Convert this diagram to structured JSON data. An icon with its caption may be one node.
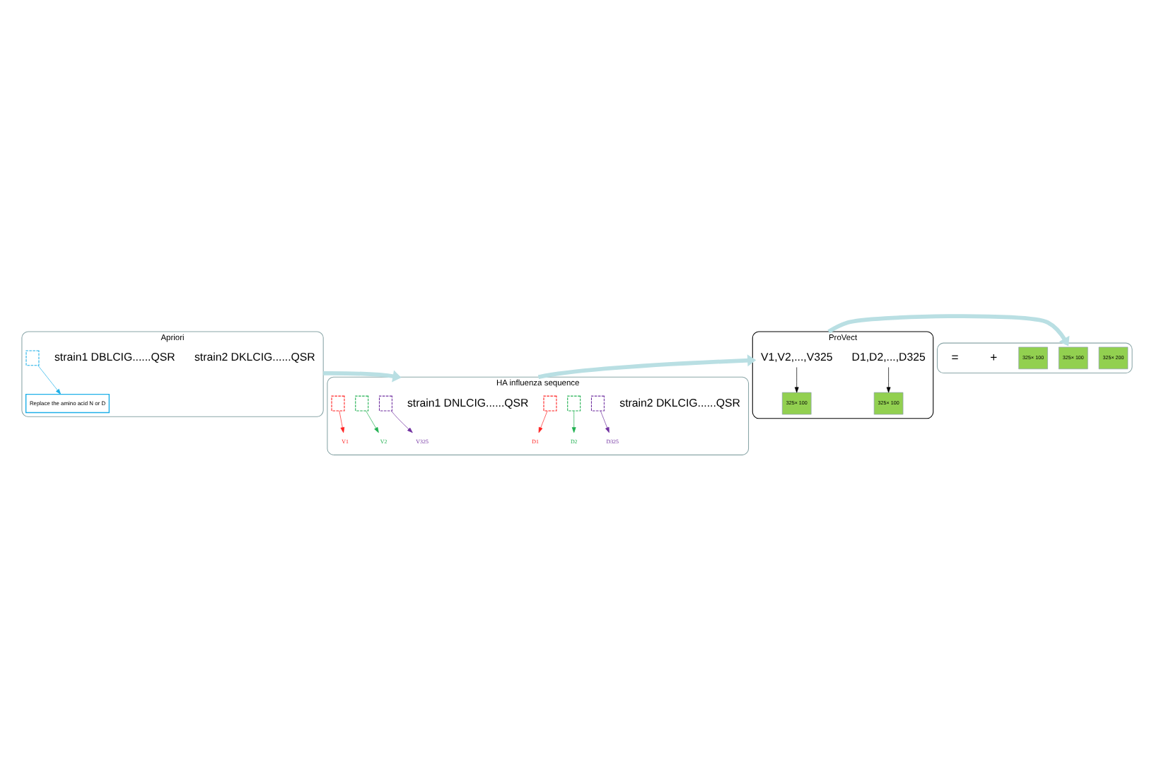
{
  "diagram": {
    "nodes": [
      {
        "text": [
          "Apriori"
        ]
      },
      {
        "text": [
          "Replace the amino acid N or D"
        ],
        "in": 0
      },
      {
        "text": [],
        "shape": "box",
        "in": 0
      },
      {
        "text": [
          "strain1 DBLCIG......QSR"
        ],
        "in": 0
      },
      {
        "text": [
          "strain2 DKLCIG......QSR"
        ],
        "in": 0
      },
      {
        "text": [],
        "shape": "box"
      },
      {
        "text": [
          "325× 100"
        ],
        "in": 5
      },
      {
        "text": [
          "325× 100"
        ],
        "in": 5
      },
      {
        "text": [
          "325× 200"
        ],
        "in": 5
      },
      {
        "text": [
          "HA influenza sequence"
        ]
      },
      {
        "text": [
          "V1"
        ],
        "in": 9
      },
      {
        "text": [
          "V2"
        ],
        "in": 9
      },
      {
        "text": [
          "V325"
        ],
        "in": 9
      },
      {
        "text": [],
        "shape": "box",
        "in": 9
      },
      {
        "text": [],
        "shape": "box",
        "in": 9
      },
      {
        "text": [],
        "shape": "box",
        "in": 9
      },
      {
        "text": [
          "strain1 DNLCIG......QSR"
        ],
        "in": 9
      },
      {
        "text": [],
        "shape": "box",
        "in": 9
      },
      {
        "text": [],
        "shape": "box",
        "in": 9
      },
      {
        "text": [],
        "shape": "box",
        "in": 9
      },
      {
        "text": [
          "strain2 DKLCIG......QSR"
        ],
        "in": 9
      },
      {
        "text": [
          "D1"
        ],
        "in": 9
      },
      {
        "text": [
          "D2"
        ],
        "in": 9
      },
      {
        "text": [
          "D325"
        ],
        "in": 9
      },
      {
        "text": [
          "ProVect"
        ]
      },
      {
        "text": [
          "V1,V2,...,V325"
        ],
        "in": 24
      },
      {
        "text": [
          "325× 100"
        ],
        "in": 24
      },
      {
        "text": [
          "D1,D2,...,D325"
        ],
        "in": 24
      },
      {
        "text": [
          "325× 100"
        ],
        "in": 24
      }
    ],
    "edges": [
      {
        "from": 2,
        "to": 1,
        "arrow": "to",
        "color": "#1fb0e8"
      },
      {
        "from": 13,
        "to": 10,
        "arrow": "to",
        "color": "#ff2020"
      },
      {
        "from": 14,
        "to": 11,
        "arrow": "to",
        "color": "#20b050"
      },
      {
        "from": 15,
        "to": 12,
        "arrow": "to",
        "color": "#7030a0"
      },
      {
        "from": 17,
        "to": 21,
        "arrow": "to",
        "color": "#ff2020"
      },
      {
        "from": 18,
        "to": 22,
        "arrow": "to",
        "color": "#20b050"
      },
      {
        "from": 19,
        "to": 23,
        "arrow": "to",
        "color": "#7030a0"
      },
      {
        "from": 0,
        "to": 9,
        "arrow": "to",
        "style": "thick",
        "color": "#b9dfe3"
      },
      {
        "from": 9,
        "to": 24,
        "arrow": "to",
        "style": "thick",
        "color": "#b9dfe3"
      },
      {
        "from": 24,
        "to": 5,
        "arrow": "to",
        "style": "thick",
        "color": "#b9dfe3"
      },
      {
        "from": 25,
        "to": 26,
        "arrow": "to",
        "color": "#000000"
      },
      {
        "from": 27,
        "to": 28,
        "arrow": "to",
        "color": "#000000"
      }
    ],
    "labels": [
      "+",
      "="
    ]
  }
}
